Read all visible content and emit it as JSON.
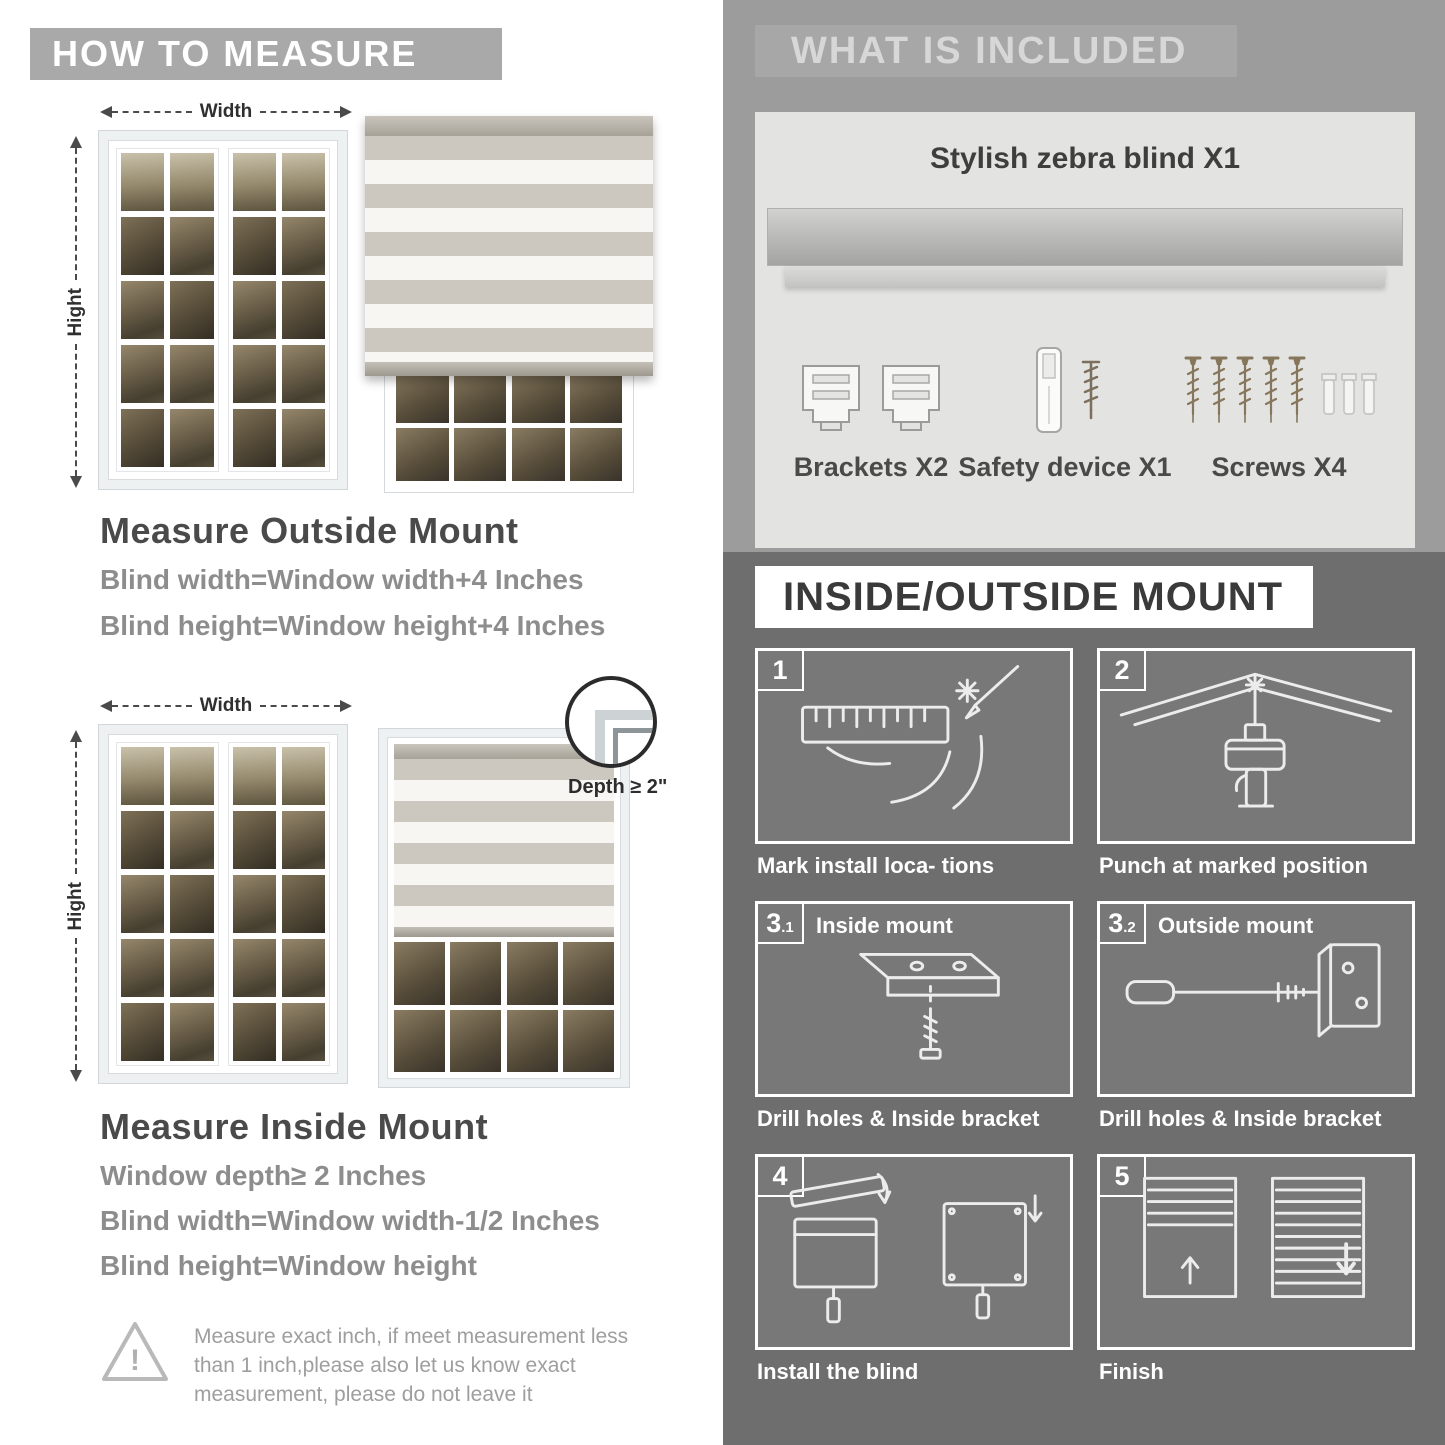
{
  "measure": {
    "header": "HOW TO MEASURE",
    "labels": {
      "width": "Width",
      "height": "Hight"
    },
    "outside": {
      "title": "Measure Outside Mount",
      "lines": [
        "Blind width=Window width+4 Inches",
        "Blind height=Window height+4 Inches"
      ]
    },
    "inside": {
      "depth_callout": "Depth ≥ 2\"",
      "title": "Measure Inside Mount",
      "lines": [
        "Window depth≥ 2 Inches",
        "Blind width=Window width-1/2 Inches",
        "Blind height=Window height"
      ]
    },
    "warning": {
      "mark": "!",
      "text": "Measure exact inch, if meet measurement less than 1 inch,please also let us know exact measurement, please do not leave it"
    }
  },
  "included": {
    "header": "WHAT IS INCLUDED",
    "product": "Stylish zebra blind X1",
    "items": [
      {
        "icon": "brackets-icon",
        "label": "Brackets X2"
      },
      {
        "icon": "safety-device-icon",
        "label": "Safety device X1"
      },
      {
        "icon": "screws-icon",
        "label": "Screws X4"
      }
    ]
  },
  "mount": {
    "header": "INSIDE/OUTSIDE MOUNT",
    "steps": [
      {
        "num": "1",
        "sub": "",
        "label": "",
        "caption": "Mark install loca- tions"
      },
      {
        "num": "2",
        "sub": "",
        "label": "",
        "caption": "Punch at marked position"
      },
      {
        "num": "3",
        "sub": ".1",
        "label": "Inside mount",
        "caption": "Drill holes & Inside bracket"
      },
      {
        "num": "3",
        "sub": ".2",
        "label": "Outside mount",
        "caption": "Drill holes & Inside bracket"
      },
      {
        "num": "4",
        "sub": "",
        "label": "",
        "caption": "Install the blind"
      },
      {
        "num": "5",
        "sub": "",
        "label": "",
        "caption": "Finish"
      }
    ]
  },
  "colors": {
    "banner_gray": "#a9a9a9",
    "right_top_bg": "#9c9c9c",
    "panel_bg": "#e3e3e2",
    "dark_bg": "#6e6e6e",
    "heading_text": "#4a4a4a",
    "body_text": "#8d8d8d"
  }
}
